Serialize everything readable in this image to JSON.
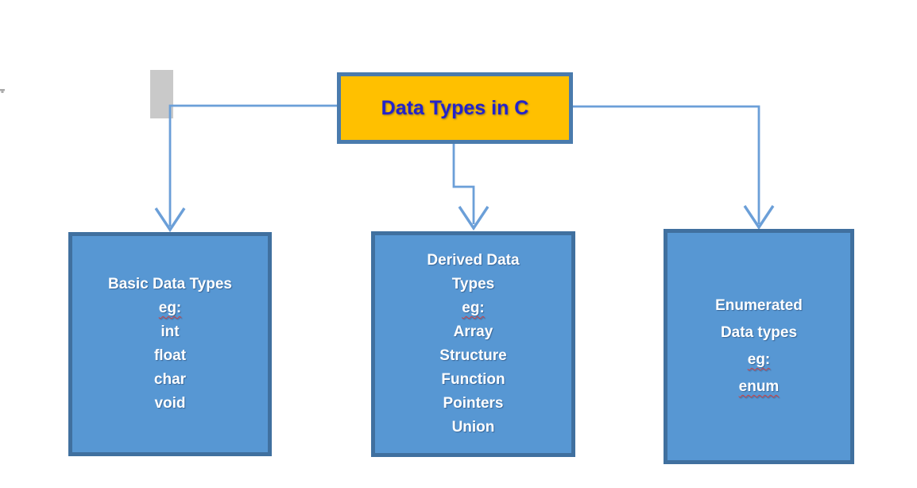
{
  "diagram": {
    "root": {
      "label": "Data Types in C"
    },
    "nodes": [
      {
        "id": "basic",
        "lines": [
          "Basic Data Types",
          "eg:",
          "int",
          "float",
          "char",
          "void"
        ]
      },
      {
        "id": "derived",
        "lines": [
          "Derived Data",
          "Types",
          "eg:",
          "Array",
          "Structure",
          "Function",
          "Pointers",
          "Union"
        ]
      },
      {
        "id": "enumerated",
        "lines": [
          "Enumerated",
          "Data types",
          "eg:",
          "enum"
        ]
      }
    ]
  },
  "colors": {
    "root_fill": "#FFC000",
    "root_border": "#4A7BAD",
    "root_text": "#2323CB",
    "node_fill": "#5797D3",
    "node_border": "#40709F",
    "node_text": "#FFFFFF",
    "connector": "#6B9FD8",
    "spellcheck_underline": "#D04040",
    "artifact_gray": "#C9C9C9"
  }
}
